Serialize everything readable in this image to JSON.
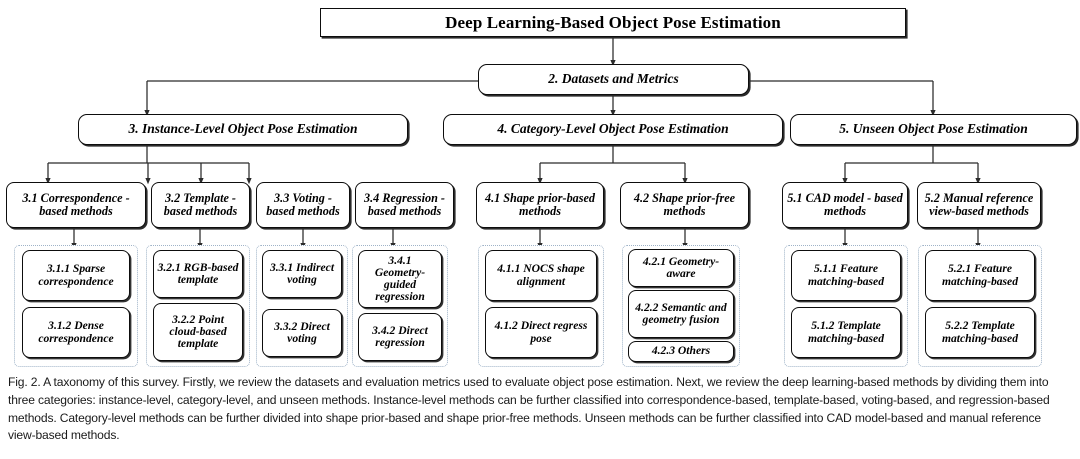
{
  "figure": {
    "root": {
      "label": "Deep Learning-Based Object Pose Estimation"
    },
    "level1": {
      "label": "2. Datasets and Metrics"
    },
    "level2": [
      {
        "label": "3. Instance-Level Object Pose Estimation"
      },
      {
        "label": "4. Category-Level Object Pose Estimation"
      },
      {
        "label": "5. Unseen Object Pose Estimation"
      }
    ],
    "categories": [
      {
        "label": "3.1 Correspondence - based methods"
      },
      {
        "label": "3.2 Template - based methods"
      },
      {
        "label": "3.3 Voting - based methods"
      },
      {
        "label": "3.4 Regression - based methods"
      },
      {
        "label": "4.1 Shape prior-based methods"
      },
      {
        "label": "4.2 Shape prior-free methods"
      },
      {
        "label": "5.1 CAD model - based methods"
      },
      {
        "label": "5.2 Manual reference view-based methods"
      }
    ],
    "leaves": [
      {
        "label": "3.1.1 Sparse correspondence"
      },
      {
        "label": "3.1.2 Dense correspondence"
      },
      {
        "label": "3.2.1 RGB-based template"
      },
      {
        "label": "3.2.2 Point cloud-based template"
      },
      {
        "label": "3.3.1 Indirect voting"
      },
      {
        "label": "3.3.2 Direct voting"
      },
      {
        "label": "3.4.1 Geometry-guided regression"
      },
      {
        "label": "3.4.2 Direct regression"
      },
      {
        "label": "4.1.1 NOCS shape alignment"
      },
      {
        "label": "4.1.2 Direct regress pose"
      },
      {
        "label": "4.2.1 Geometry-aware"
      },
      {
        "label": "4.2.2 Semantic and geometry fusion"
      },
      {
        "label": "4.2.3 Others"
      },
      {
        "label": "5.1.1 Feature matching-based"
      },
      {
        "label": "5.1.2 Template matching-based"
      },
      {
        "label": "5.2.1 Feature matching-based"
      },
      {
        "label": "5.2.2 Template matching-based"
      }
    ],
    "colors": {
      "node_border": "#0d0d0d",
      "node_fill": "#ffffff",
      "group_border": "#9fb3c8",
      "connector": "#2b2b2b",
      "text": "#000000"
    }
  },
  "caption": {
    "text": "Fig. 2. A taxonomy of this survey. Firstly, we review the datasets and evaluation metrics used to evaluate object pose estimation. Next, we review the deep learning-based methods by dividing them into three categories: instance-level, category-level, and unseen methods. Instance-level methods can be further classified into correspondence-based, template-based, voting-based, and regression-based methods. Category-level methods can be further divided into shape prior-based and shape prior-free methods. Unseen methods can be further classified into CAD model-based and manual reference view-based methods."
  }
}
